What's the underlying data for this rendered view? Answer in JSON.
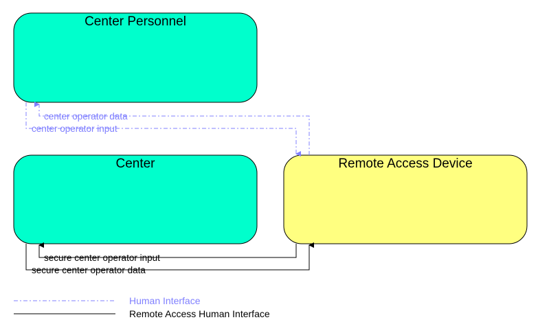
{
  "nodes": {
    "center_personnel": {
      "label": "Center Personnel",
      "fill": "#00ffcc"
    },
    "center": {
      "label": "Center",
      "fill": "#00ffcc"
    },
    "remote_access_device": {
      "label": "Remote Access Device",
      "fill": "#ffff80"
    }
  },
  "flows": {
    "center_operator_data": "center operator data",
    "center_operator_input": "center operator input",
    "secure_center_operator_input": "secure center operator input",
    "secure_center_operator_data": "secure center operator data"
  },
  "legend": {
    "human_interface": {
      "label": "Human Interface",
      "color": "#8080ff"
    },
    "remote_access_human_interface": {
      "label": "Remote Access Human Interface",
      "color": "#000000"
    }
  }
}
